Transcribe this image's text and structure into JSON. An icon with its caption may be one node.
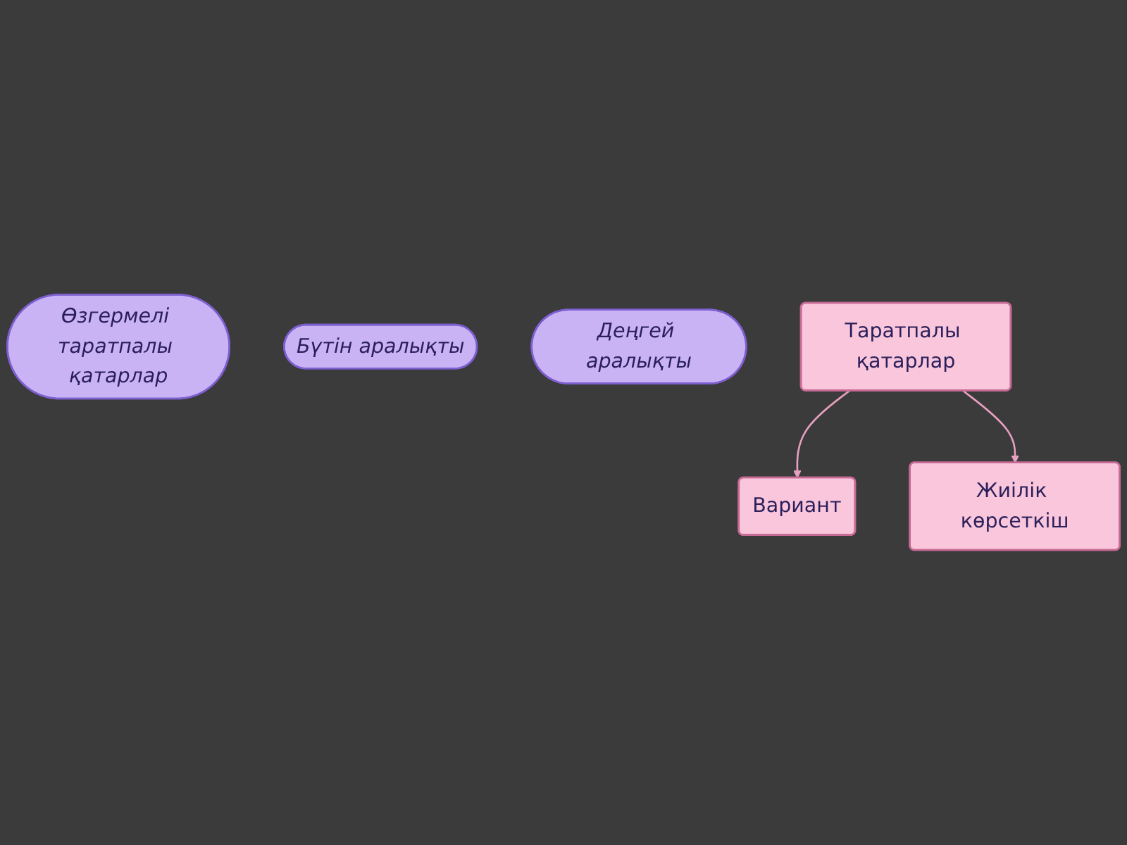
{
  "diagram": {
    "nodes": [
      {
        "text": [
          "Өзгермелі таратпалы қатарлар"
        ]
      },
      {
        "text": [
          "Бүтін аралықты"
        ]
      },
      {
        "text": [
          "Деңгей аралықты"
        ]
      },
      {
        "text": [
          "Таратпалы қатарлар"
        ]
      },
      {
        "text": [
          "Вариант"
        ]
      },
      {
        "text": [
          "Жиілік көрсеткіш"
        ]
      }
    ],
    "edges": [
      {
        "from": 3,
        "to": 4,
        "arrow": "to"
      },
      {
        "from": 3,
        "to": 5,
        "arrow": "to"
      }
    ]
  }
}
